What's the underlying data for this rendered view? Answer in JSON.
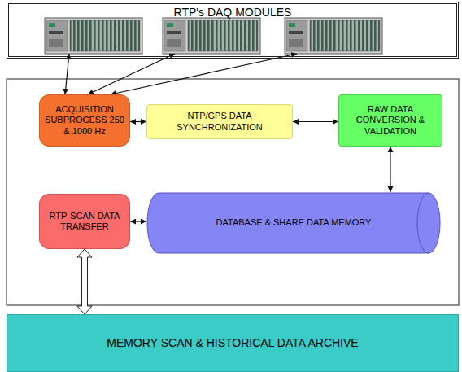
{
  "diagram": {
    "nodes": [
      {
        "text": [
          "RTP's DAQ MODULES"
        ]
      },
      {
        "text": [
          "ACQUISITION SUBPROCESS 250 & 1000 Hz"
        ]
      },
      {
        "text": [
          "NTP/GPS DATA SYNCHRONIZATION"
        ]
      },
      {
        "text": [
          "RAW DATA CONVERSION & VALIDATION"
        ]
      },
      {
        "text": [
          "RTP-SCAN DATA TRANSFER"
        ]
      },
      {
        "text": [
          "DATABASE & SHARE DATA MEMORY"
        ]
      },
      {
        "text": [
          "MEMORY SCAN & HISTORICAL DATA ARCHIVE"
        ]
      }
    ],
    "edges": [
      {
        "from": 0,
        "to": 1,
        "arrow": "both"
      },
      {
        "from": 0,
        "to": 1,
        "arrow": "both"
      },
      {
        "from": 0,
        "to": 1,
        "arrow": "both"
      },
      {
        "from": 1,
        "to": 2,
        "arrow": "both"
      },
      {
        "from": 2,
        "to": 3,
        "arrow": "both"
      },
      {
        "from": 3,
        "to": 5,
        "arrow": "both"
      },
      {
        "from": 4,
        "to": 5,
        "arrow": "both"
      },
      {
        "from": 4,
        "to": 6,
        "arrow": "both"
      }
    ]
  }
}
